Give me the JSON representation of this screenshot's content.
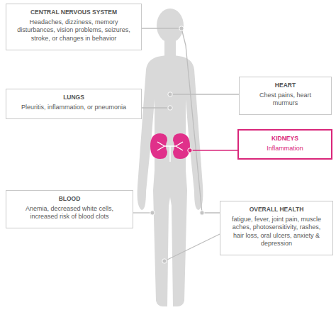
{
  "diagram": {
    "nodes": [
      {
        "text": [
          "CENTRAL NERVOUS SYSTEM",
          "Headaches, dizziness, memory disturbances, vision problems, seizures, stroke, or changes in behavior"
        ]
      },
      {
        "text": [
          "HEART",
          "Chest pains, heart murmurs"
        ]
      },
      {
        "text": [
          "LUNGS",
          "Pleuritis, inflammation, or pneumonia"
        ]
      },
      {
        "text": [
          "KIDNEYS",
          "Inflammation"
        ]
      },
      {
        "text": [
          "BLOOD",
          "Anemia, decreased white cells, increased risk of blood clots"
        ]
      },
      {
        "text": [
          "OVERALL HEALTH",
          "fatigue, fever, joint pain, muscle aches, photosensitivity, rashes, hair loss, oral ulcers, anxiety & depression"
        ]
      }
    ],
    "edges": []
  }
}
